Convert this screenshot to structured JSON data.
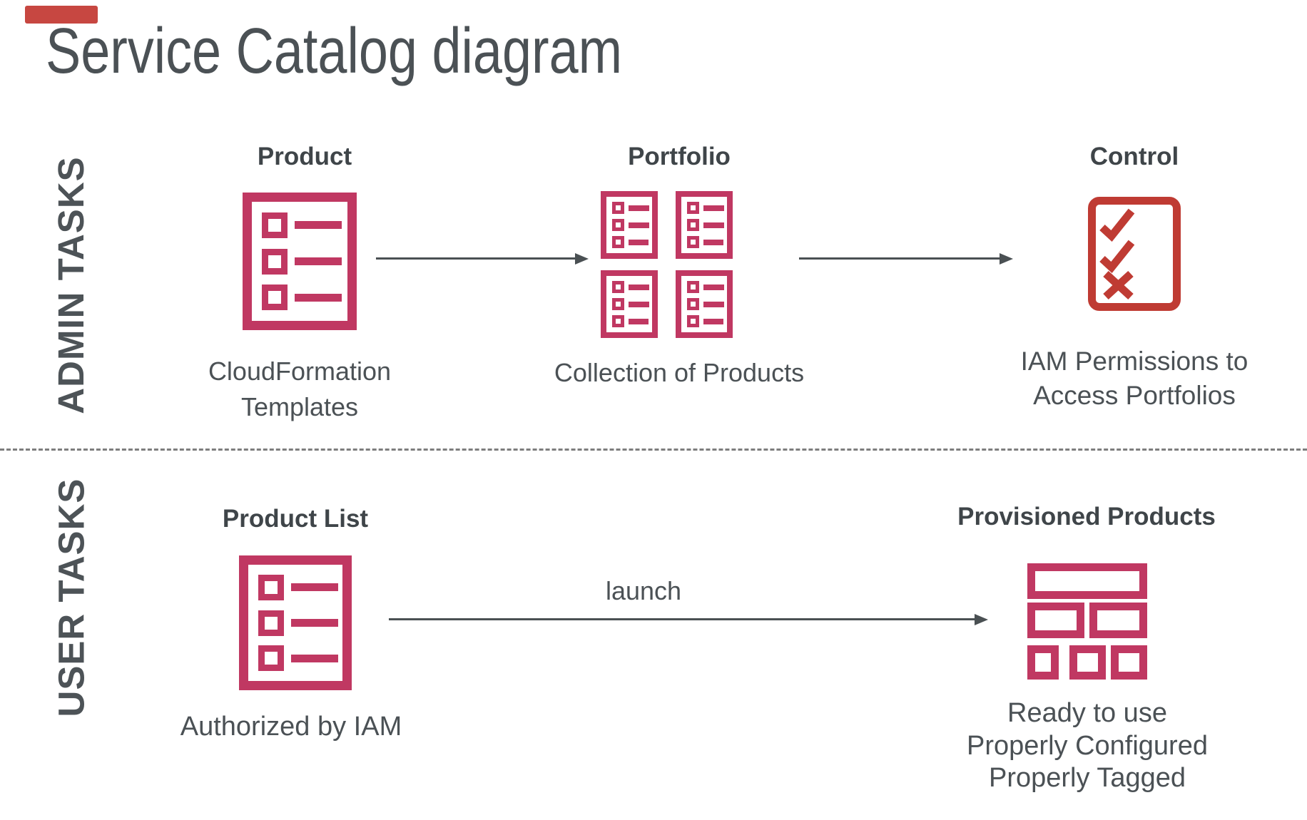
{
  "title": "Service Catalog diagram",
  "colors": {
    "crimson_icon": "#C03862",
    "red_icon": "#BF3B33",
    "text_dark": "#4B5155",
    "arrow": "#4A5053",
    "top_bar_red": "#C74741"
  },
  "admin": {
    "side_label": "ADMIN TASKS",
    "product": {
      "label": "Product",
      "icon": "list-document-icon",
      "caption": [
        "CloudFormation",
        "Templates"
      ]
    },
    "portfolio": {
      "label": "Portfolio",
      "icon": "list-document-grid-icon",
      "caption": [
        "Collection of Products"
      ]
    },
    "control": {
      "label": "Control",
      "icon": "checklist-approve-deny-icon",
      "caption": [
        "IAM Permissions to",
        "Access Portfolios"
      ]
    }
  },
  "user": {
    "side_label": "USER TASKS",
    "product_list": {
      "label": "Product List",
      "icon": "list-document-icon",
      "caption": [
        "Authorized by IAM"
      ]
    },
    "launch": {
      "label": "launch"
    },
    "provisioned_products": {
      "label": "Provisioned Products",
      "icon": "brick-wall-icon",
      "caption": [
        "Ready to use",
        "Properly Configured",
        "Properly Tagged"
      ]
    }
  }
}
